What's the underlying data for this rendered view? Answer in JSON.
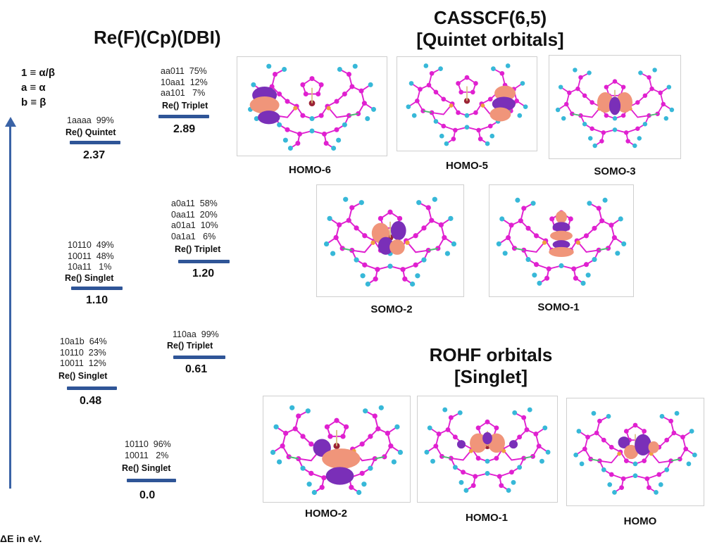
{
  "main_title": "Re(F)(Cp)(DBI)",
  "casscf_title": {
    "line1": "CASSCF(6,5)",
    "line2": "[Quintet orbitals]"
  },
  "rohf_title": {
    "line1": "ROHF orbitals",
    "line2": "[Singlet]"
  },
  "legend": [
    "1 ≡ α/β",
    "a ≡ α",
    "b ≡ β"
  ],
  "footnote": "ΔE in eV.",
  "states": [
    {
      "id": "quintet",
      "configs": [
        "1aaaa  99%"
      ],
      "label": "Re() Quintet",
      "energy": "2.37"
    },
    {
      "id": "triplet3",
      "configs": [
        "aa011  75%",
        "10aa1  12%",
        "aa101   7%"
      ],
      "label": "Re() Triplet",
      "energy": "2.89"
    },
    {
      "id": "singlet2",
      "configs": [
        "10110  49%",
        "10011  48%",
        "10a11   1%"
      ],
      "label": "Re() Singlet",
      "energy": "1.10"
    },
    {
      "id": "triplet2",
      "configs": [
        "a0a11  58%",
        "0aa11  20%",
        "a01a1  10%",
        "0a1a1   6%"
      ],
      "label": "Re() Triplet",
      "energy": "1.20"
    },
    {
      "id": "singlet1",
      "configs": [
        "10a1b  64%",
        "10110  23%",
        "10011  12%"
      ],
      "label": "Re() Singlet",
      "energy": "0.48"
    },
    {
      "id": "triplet1",
      "configs": [
        "110aa  99%"
      ],
      "label": "Re() Triplet",
      "energy": "0.61"
    },
    {
      "id": "ground",
      "configs": [
        "10110  96%",
        "10011   2%"
      ],
      "label": "Re() Singlet",
      "energy": "0.0"
    }
  ],
  "orbitals": [
    {
      "id": "homo6",
      "label": "HOMO-6",
      "lobe": "left"
    },
    {
      "id": "homo5",
      "label": "HOMO-5",
      "lobe": "right"
    },
    {
      "id": "somo3",
      "label": "SOMO-3",
      "lobe": "center-dz"
    },
    {
      "id": "somo2",
      "label": "SOMO-2",
      "lobe": "center-d"
    },
    {
      "id": "somo1",
      "label": "SOMO-1",
      "lobe": "center-stack"
    },
    {
      "id": "homo2",
      "label": "HOMO-2",
      "lobe": "center-low"
    },
    {
      "id": "homo1",
      "label": "HOMO-1",
      "lobe": "center-mid"
    },
    {
      "id": "homo",
      "label": "HOMO",
      "lobe": "center-right"
    }
  ],
  "colors": {
    "bar": "#2f5597",
    "arrow": "#3a63a6",
    "bond": "#e020d0",
    "hydrogen": "#37b8d8",
    "lobe_pos": "#f0957a",
    "lobe_neg": "#7a2fb8",
    "metal": "#9b2335"
  }
}
